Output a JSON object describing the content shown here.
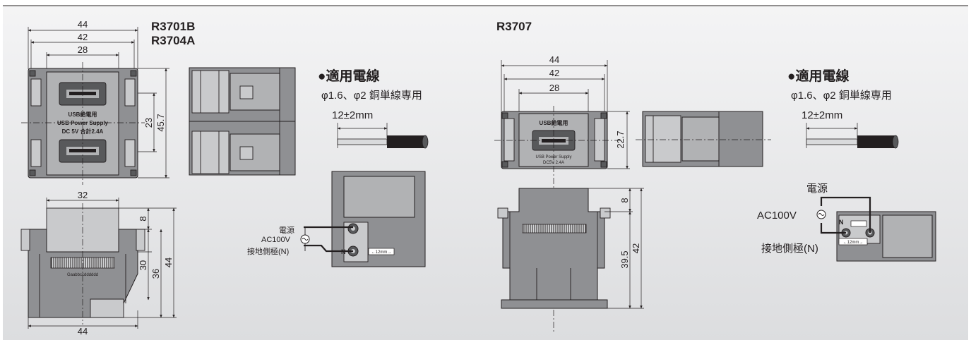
{
  "left": {
    "model_1": "R3701B",
    "model_2": "R3704A",
    "dims": {
      "w44_top": "44",
      "w42": "42",
      "w28": "28",
      "h23": "23",
      "h45_7": "45.7",
      "w32": "32",
      "h8": "8",
      "h30": "30",
      "h36": "36",
      "h44": "44",
      "w44_bottom": "44"
    },
    "face_text_1": "USB給電用",
    "face_text_2": "USB Power Supply",
    "face_text_3": "DC 5V  合計2.4A",
    "label_code": "Gaabbccdddddd",
    "wire_spec": {
      "heading": "●適用電線",
      "spec": "φ1.6、φ2 銅単線専用",
      "strip": "12±2mm"
    },
    "wiring": {
      "power": "電源",
      "voltage": "AC100V",
      "ground": "接地側極(N)",
      "n_mark": "N",
      "strip_gauge": "←12mm→"
    }
  },
  "right": {
    "model": "R3707",
    "dims": {
      "w44": "44",
      "w42": "42",
      "w28": "28",
      "h22_7": "22.7",
      "h8": "8",
      "h39_5": "39.5",
      "h42": "42"
    },
    "face_text_1": "USB給電用",
    "face_text_2": "USB Power Supply",
    "face_text_3": "DC5V  2.4A",
    "wire_spec": {
      "heading": "●適用電線",
      "spec": "φ1.6、φ2 銅単線専用",
      "strip": "12±2mm"
    },
    "wiring": {
      "power": "電源",
      "voltage": "AC100V",
      "ground": "接地側極(N)",
      "n_mark": "N",
      "strip_gauge": "←12mm→"
    }
  }
}
